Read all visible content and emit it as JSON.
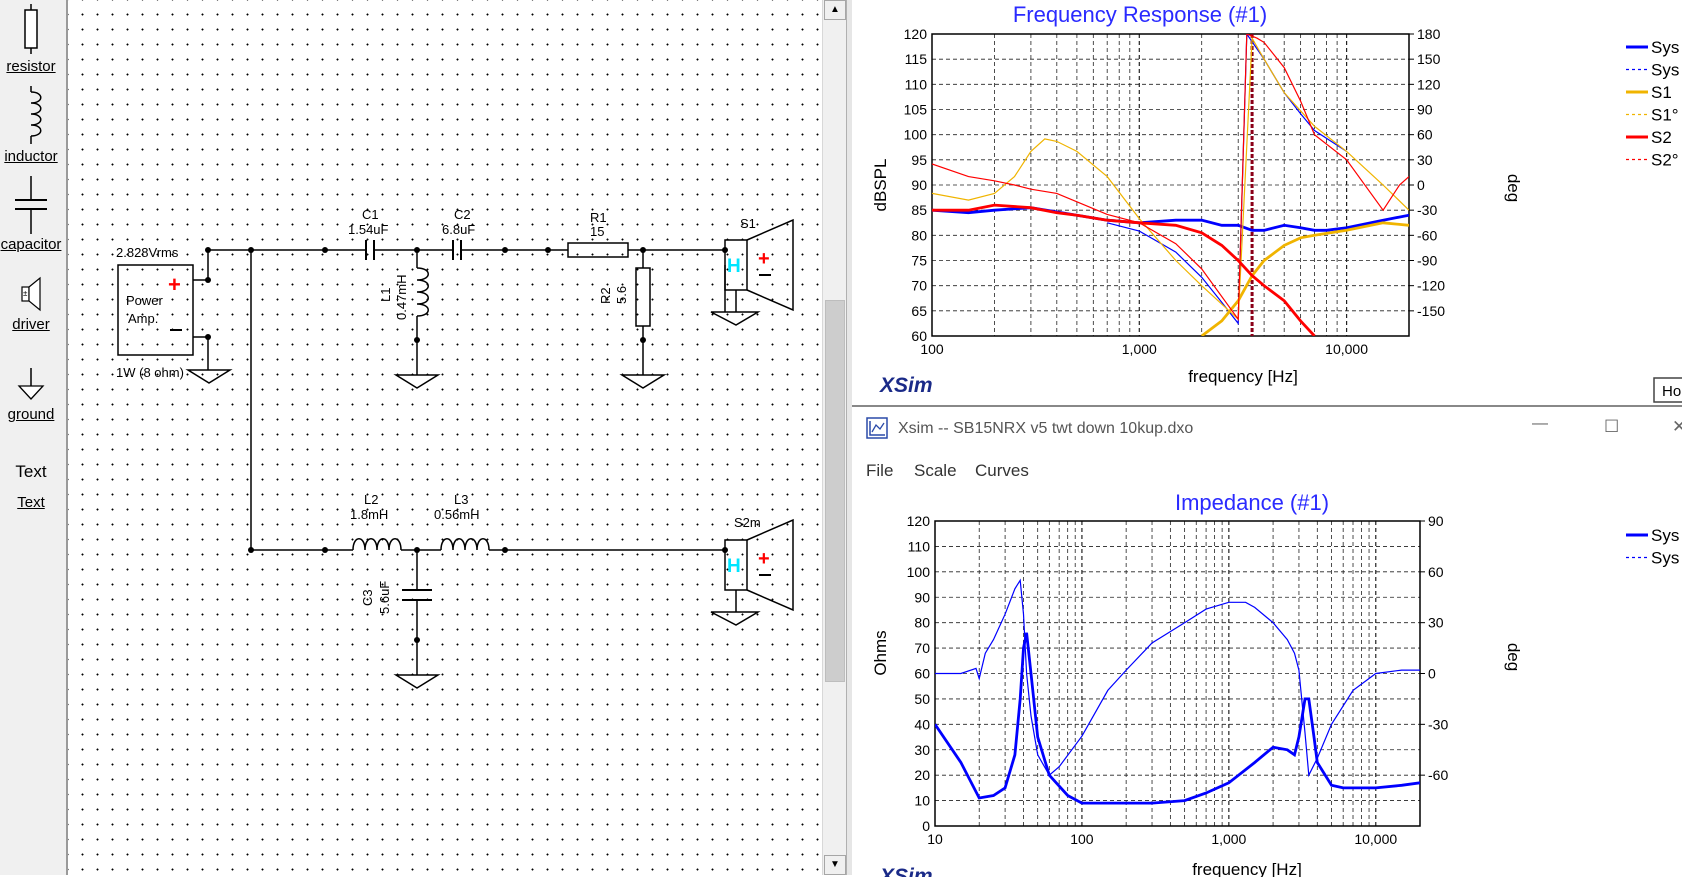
{
  "palette": {
    "items": [
      {
        "label": "resistor",
        "icon": "resistor-icon"
      },
      {
        "label": "inductor",
        "icon": "inductor-icon"
      },
      {
        "label": "capacitor",
        "icon": "capacitor-icon"
      },
      {
        "label": "driver",
        "icon": "driver-icon"
      },
      {
        "label": "ground",
        "icon": "ground-icon"
      },
      {
        "label": "Text",
        "icon": "text-icon"
      }
    ],
    "text_button": "Text"
  },
  "schematic": {
    "source": {
      "voltage": "2.828Vrms",
      "name_line1": "Power",
      "name_line2": "Amp.",
      "rating": "1W (8 ohm)"
    },
    "C1": {
      "name": "C1",
      "value": "1.54uF"
    },
    "C2": {
      "name": "C2",
      "value": "6.8uF"
    },
    "R1": {
      "name": "R1",
      "value": "15"
    },
    "L1": {
      "name": "L1",
      "value": "0.47mH"
    },
    "R2": {
      "name": "R2",
      "value": "5.6"
    },
    "S1": {
      "name": "S1",
      "mark": "H"
    },
    "L2": {
      "name": "L2",
      "value": "1.8mH"
    },
    "L3": {
      "name": "L3",
      "value": "0.56mH"
    },
    "C3": {
      "name": "C3",
      "value": "5.6uF"
    },
    "S2": {
      "name": "S2m",
      "mark": "H"
    }
  },
  "freq_panel": {
    "logo": "XSim",
    "button_partial": "Ho",
    "chart_data": {
      "type": "line",
      "title": "Frequency Response (#1)",
      "xlabel": "frequency [Hz]",
      "ylabel": "dBSPL",
      "y2label": "deg",
      "xscale": "log",
      "xlim": [
        100,
        20000
      ],
      "ylim": [
        60,
        120
      ],
      "y2lim": [
        -180,
        180
      ],
      "x_ticks": [
        "100",
        "1,000",
        "10,000"
      ],
      "y_ticks": [
        "60",
        "65",
        "70",
        "75",
        "80",
        "85",
        "90",
        "95",
        "100",
        "105",
        "110",
        "115",
        "120"
      ],
      "y2_ticks": [
        "180",
        "150",
        "120",
        "90",
        "60",
        "30",
        "0",
        "-30",
        "-60",
        "-90",
        "-120",
        "-150"
      ],
      "grid": true,
      "legend_position": "right",
      "marker_x": 3500,
      "series": [
        {
          "name": "Sys",
          "color": "#0000ff",
          "style": "solid",
          "axis": "left",
          "x": [
            100,
            150,
            200,
            300,
            500,
            700,
            1000,
            1500,
            2000,
            2500,
            3000,
            3500,
            4000,
            5000,
            6000,
            7000,
            8000,
            10000,
            15000,
            20000
          ],
          "y": [
            85,
            84.5,
            85,
            85.5,
            84,
            83,
            82.5,
            83,
            83,
            82,
            82,
            81,
            81,
            82,
            81.5,
            81,
            81,
            81.5,
            83,
            84
          ]
        },
        {
          "name": "Sys",
          "color": "#0000ff",
          "style": "dashed",
          "axis": "right",
          "x": [
            700,
            1000,
            1500,
            2000,
            2500,
            3000,
            3300,
            4000,
            5000,
            6000,
            7000,
            10000
          ],
          "y": [
            -45,
            -55,
            -80,
            -110,
            -140,
            -165,
            180,
            150,
            110,
            85,
            65,
            40
          ]
        },
        {
          "name": "S1",
          "color": "#f0b400",
          "style": "solid",
          "axis": "left",
          "x": [
            2000,
            2500,
            3000,
            3500,
            4000,
            5000,
            6000,
            7000,
            10000,
            15000,
            20000
          ],
          "y": [
            60,
            63,
            67,
            72,
            75,
            78,
            79.5,
            80,
            81,
            82.5,
            82
          ]
        },
        {
          "name": "S1°",
          "color": "#f0b400",
          "style": "dashed",
          "axis": "right",
          "x": [
            100,
            150,
            200,
            250,
            300,
            350,
            400,
            500,
            700,
            1000,
            1500,
            2000,
            3000,
            3500,
            4000,
            5000,
            7000,
            10000,
            15000,
            20000
          ],
          "y": [
            -10,
            -18,
            -10,
            10,
            40,
            55,
            52,
            40,
            10,
            -40,
            -90,
            -120,
            -160,
            175,
            150,
            110,
            70,
            40,
            0,
            -30
          ]
        },
        {
          "name": "S2",
          "color": "#ff0000",
          "style": "solid",
          "axis": "left",
          "x": [
            100,
            150,
            200,
            300,
            400,
            500,
            700,
            1000,
            1500,
            2000,
            2500,
            3000,
            3500,
            4000,
            5000,
            6000,
            7000
          ],
          "y": [
            85,
            85,
            86,
            85.5,
            84.5,
            84,
            83,
            82.5,
            82,
            80.5,
            78,
            75,
            72,
            70,
            67,
            63,
            60
          ]
        },
        {
          "name": "S2°",
          "color": "#ff0000",
          "style": "dashed",
          "axis": "right",
          "x": [
            100,
            150,
            200,
            250,
            300,
            400,
            500,
            700,
            1000,
            1500,
            2000,
            3000,
            3300,
            3700,
            4000,
            5000,
            6000,
            7000,
            10000,
            15000,
            18000,
            20000
          ],
          "y": [
            25,
            10,
            5,
            0,
            -5,
            -10,
            -20,
            -35,
            -45,
            -70,
            -100,
            -160,
            180,
            175,
            170,
            140,
            100,
            60,
            30,
            -30,
            0,
            10
          ]
        }
      ]
    }
  },
  "imp_window": {
    "title": "Xsim -- SB15NRX v5 twt down 10kup.dxo",
    "controls": {
      "minimize": "—",
      "maximize": "☐",
      "close": "✕"
    },
    "menu": [
      "File",
      "Scale",
      "Curves"
    ],
    "logo": "XSim",
    "chart_data": {
      "type": "line",
      "title": "Impedance (#1)",
      "xlabel": "frequency [Hz]",
      "ylabel": "Ohms",
      "y2label": "deg",
      "xscale": "log",
      "xlim": [
        10,
        20000
      ],
      "ylim": [
        0,
        120
      ],
      "y2lim": [
        -90,
        90
      ],
      "x_ticks": [
        "10",
        "100",
        "1,000",
        "10,000"
      ],
      "y_ticks": [
        "0",
        "10",
        "20",
        "30",
        "40",
        "50",
        "60",
        "70",
        "80",
        "90",
        "100",
        "110",
        "120"
      ],
      "y2_ticks": [
        "90",
        "60",
        "30",
        "0",
        "-30",
        "-60"
      ],
      "grid": true,
      "legend_position": "right",
      "series": [
        {
          "name": "Sys",
          "color": "#0000ff",
          "style": "solid",
          "axis": "left",
          "x": [
            10,
            15,
            20,
            25,
            30,
            35,
            38,
            40,
            42,
            45,
            50,
            60,
            80,
            100,
            200,
            300,
            500,
            700,
            1000,
            1500,
            2000,
            2500,
            2800,
            3000,
            3300,
            3500,
            3800,
            4000,
            5000,
            6000,
            8000,
            10000,
            15000,
            20000
          ],
          "y": [
            40,
            25,
            11,
            12,
            15,
            28,
            50,
            70,
            76,
            60,
            35,
            20,
            12,
            9,
            9,
            9,
            10,
            13,
            17,
            25,
            31,
            30,
            28,
            35,
            50,
            50,
            35,
            25,
            16,
            15,
            15,
            15,
            16,
            17
          ]
        },
        {
          "name": "Sys",
          "color": "#0000ff",
          "style": "dashed",
          "axis": "right",
          "x": [
            10,
            15,
            19,
            20,
            22,
            25,
            30,
            35,
            38,
            40,
            42,
            45,
            50,
            60,
            70,
            100,
            150,
            200,
            300,
            500,
            700,
            1000,
            1300,
            1500,
            2000,
            2500,
            2800,
            3000,
            3300,
            3500,
            4000,
            5000,
            7000,
            10000,
            15000,
            20000
          ],
          "y": [
            0,
            0,
            3,
            -3,
            12,
            20,
            35,
            50,
            55,
            35,
            0,
            -25,
            -48,
            -60,
            -55,
            -37,
            -10,
            2,
            18,
            30,
            38,
            42,
            42,
            39,
            30,
            20,
            12,
            2,
            -35,
            -60,
            -50,
            -30,
            -10,
            0,
            2,
            2
          ]
        }
      ]
    }
  }
}
